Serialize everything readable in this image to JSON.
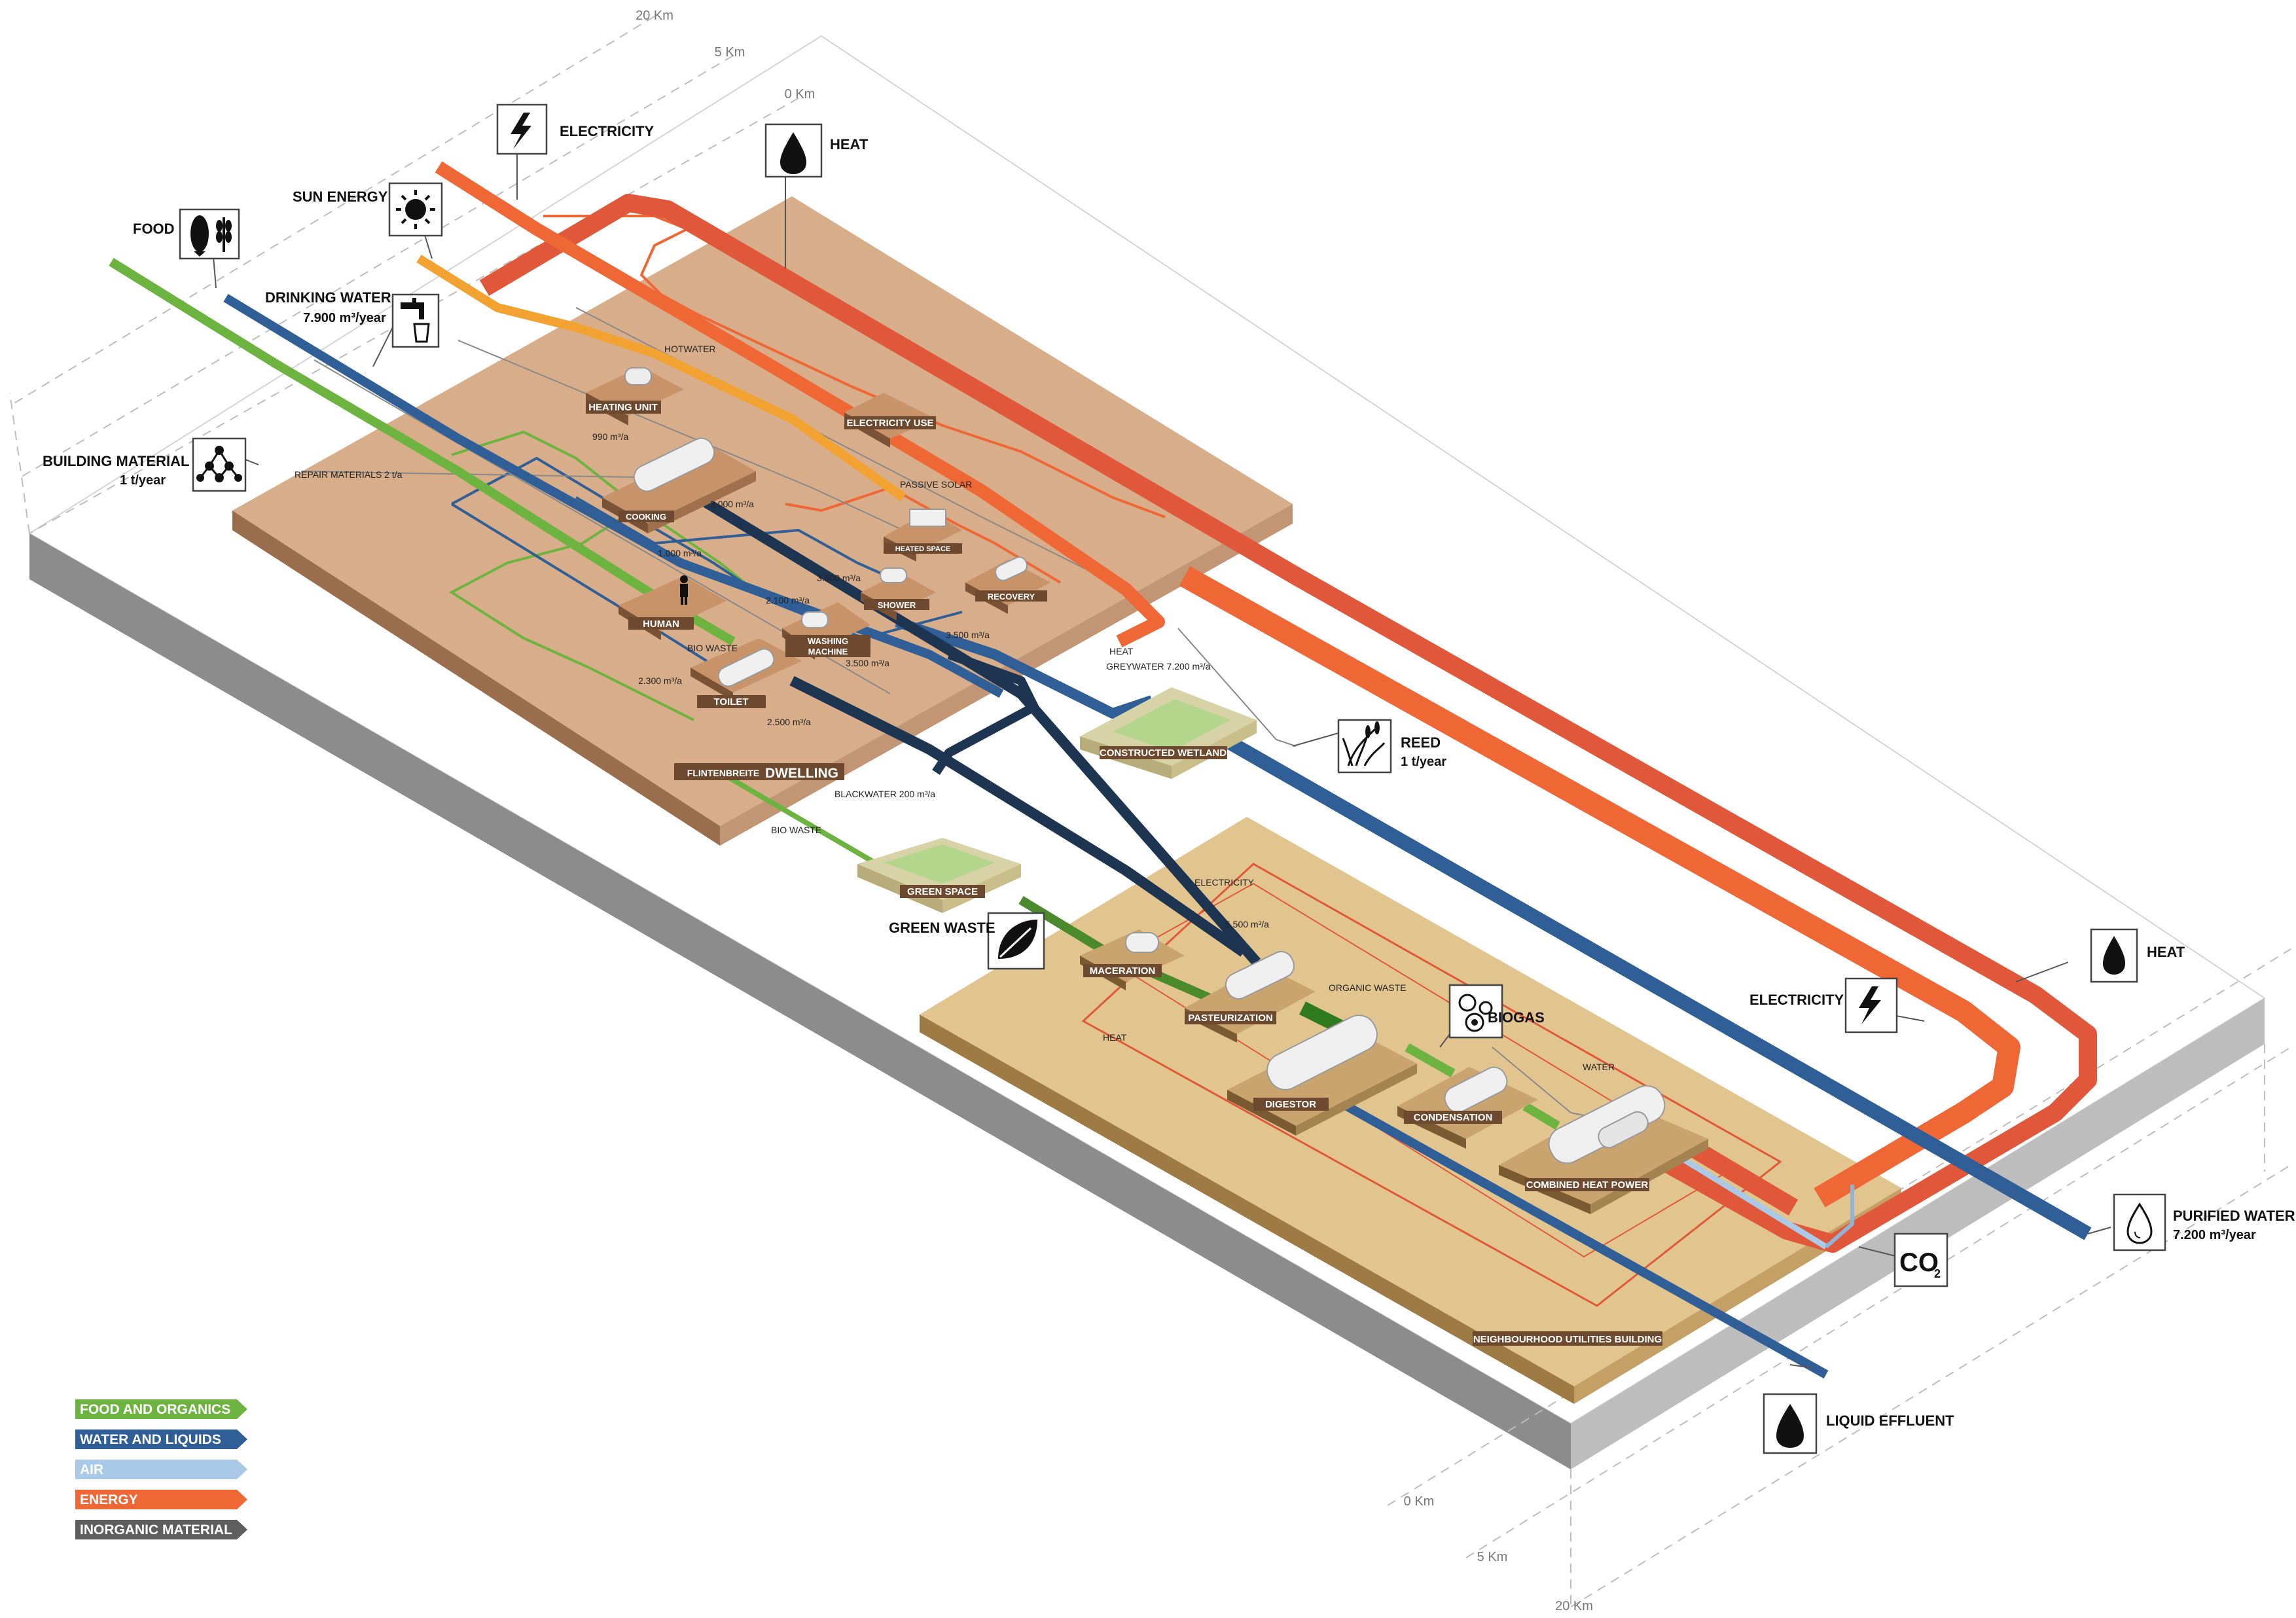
{
  "scale": {
    "left": [
      "20 Km",
      "5 Km",
      "0 Km"
    ],
    "bottom": [
      "0 Km",
      "5 Km",
      "20 Km"
    ]
  },
  "inputs": {
    "electricity": "ELECTRICITY",
    "heat": "HEAT",
    "sun_energy": "SUN ENERGY",
    "food": "FOOD",
    "drinking_water": "DRINKING WATER",
    "drinking_water_amount": "7.900 m³/year",
    "building_material": "BUILDING MATERIAL",
    "building_material_amount": "1 t/year"
  },
  "outputs": {
    "reed": "REED",
    "reed_amount": "1 t/year",
    "green_waste": "GREEN WASTE",
    "biogas": "BIOGAS",
    "heat": "HEAT",
    "electricity": "ELECTRICITY",
    "purified_water": "PURIFIED WATER",
    "purified_water_amount": "7.200 m³/year",
    "co2_main": "CO",
    "co2_sub": "2",
    "liquid_effluent": "LIQUID EFFLUENT"
  },
  "dwelling": {
    "title_prefix": "FLINTENBREITE",
    "title": "DWELLING",
    "units": {
      "heating_unit": "HEATING UNIT",
      "electricity_use": "ELECTRICITY USE",
      "cooking": "COOKING",
      "heated_space": "HEATED SPACE",
      "shower": "SHOWER",
      "recovery": "RECOVERY",
      "human": "HUMAN",
      "washing_machine_1": "WASHING",
      "washing_machine_2": "MACHINE",
      "toilet": "TOILET"
    },
    "flows": {
      "hotwater": "HOTWATER",
      "v990": "990 m³/a",
      "repair": "REPAIR MATERIALS 2 t/a",
      "passive_solar": "PASSIVE SOLAR",
      "v3000": "3.000 m³/a",
      "v1000": "1.000 m³/a",
      "v3500a": "3.500 m³/a",
      "v2100": "2.100 m³/a",
      "v3500b": "3.500 m³/a",
      "bio_waste": "BIO WASTE",
      "v3500c": "3.500 m³/a",
      "v2300": "2.300 m³/a",
      "v2500": "2.500 m³/a",
      "heat": "HEAT",
      "greywater": "GREYWATER 7.200 m³/a",
      "blackwater": "BLACKWATER 200 m³/a",
      "bio_waste_out": "BIO WASTE"
    }
  },
  "wetland": {
    "label": "CONSTRUCTED WETLAND"
  },
  "green_space": {
    "label": "GREEN SPACE"
  },
  "utilities": {
    "title": "NEIGHBOURHOOD UTILITIES BUILDING",
    "units": {
      "maceration": "MACERATION",
      "pasteurization": "PASTEURIZATION",
      "digestor": "DIGESTOR",
      "condensation": "CONDENSATION",
      "chp": "COMBINED HEAT POWER"
    },
    "flows": {
      "electricity": "ELECTRICITY",
      "v5500": "5.500 m³/a",
      "organic_waste": "ORGANIC WASTE",
      "heat": "HEAT",
      "water": "WATER"
    }
  },
  "legend": [
    {
      "label": "FOOD AND ORGANICS",
      "color": "#6cb43f"
    },
    {
      "label": "WATER AND LIQUIDS",
      "color": "#2f5f96"
    },
    {
      "label": "AIR",
      "color": "#a9c9e6"
    },
    {
      "label": "ENERGY",
      "color": "#ee6735"
    },
    {
      "label": "INORGANIC MATERIAL",
      "color": "#5e5e5e"
    }
  ],
  "colors": {
    "food": "#6cb43f",
    "water": "#2f5f96",
    "blackwater": "#1d3551",
    "air": "#a9c9e6",
    "energy": "#ee6735",
    "heat": "#e0573a",
    "sun": "#f2a230",
    "dwelling_plate": "#d8ad8a",
    "utility_plate": "#e2c48f",
    "ground_side": "#8c8c8c"
  },
  "icons": [
    "electricity-icon",
    "heat-icon",
    "sun-icon",
    "food-icon",
    "tap-icon",
    "molecule-icon",
    "reed-icon",
    "leaf-icon",
    "biogas-icon",
    "droplet-icon",
    "co2-icon"
  ]
}
